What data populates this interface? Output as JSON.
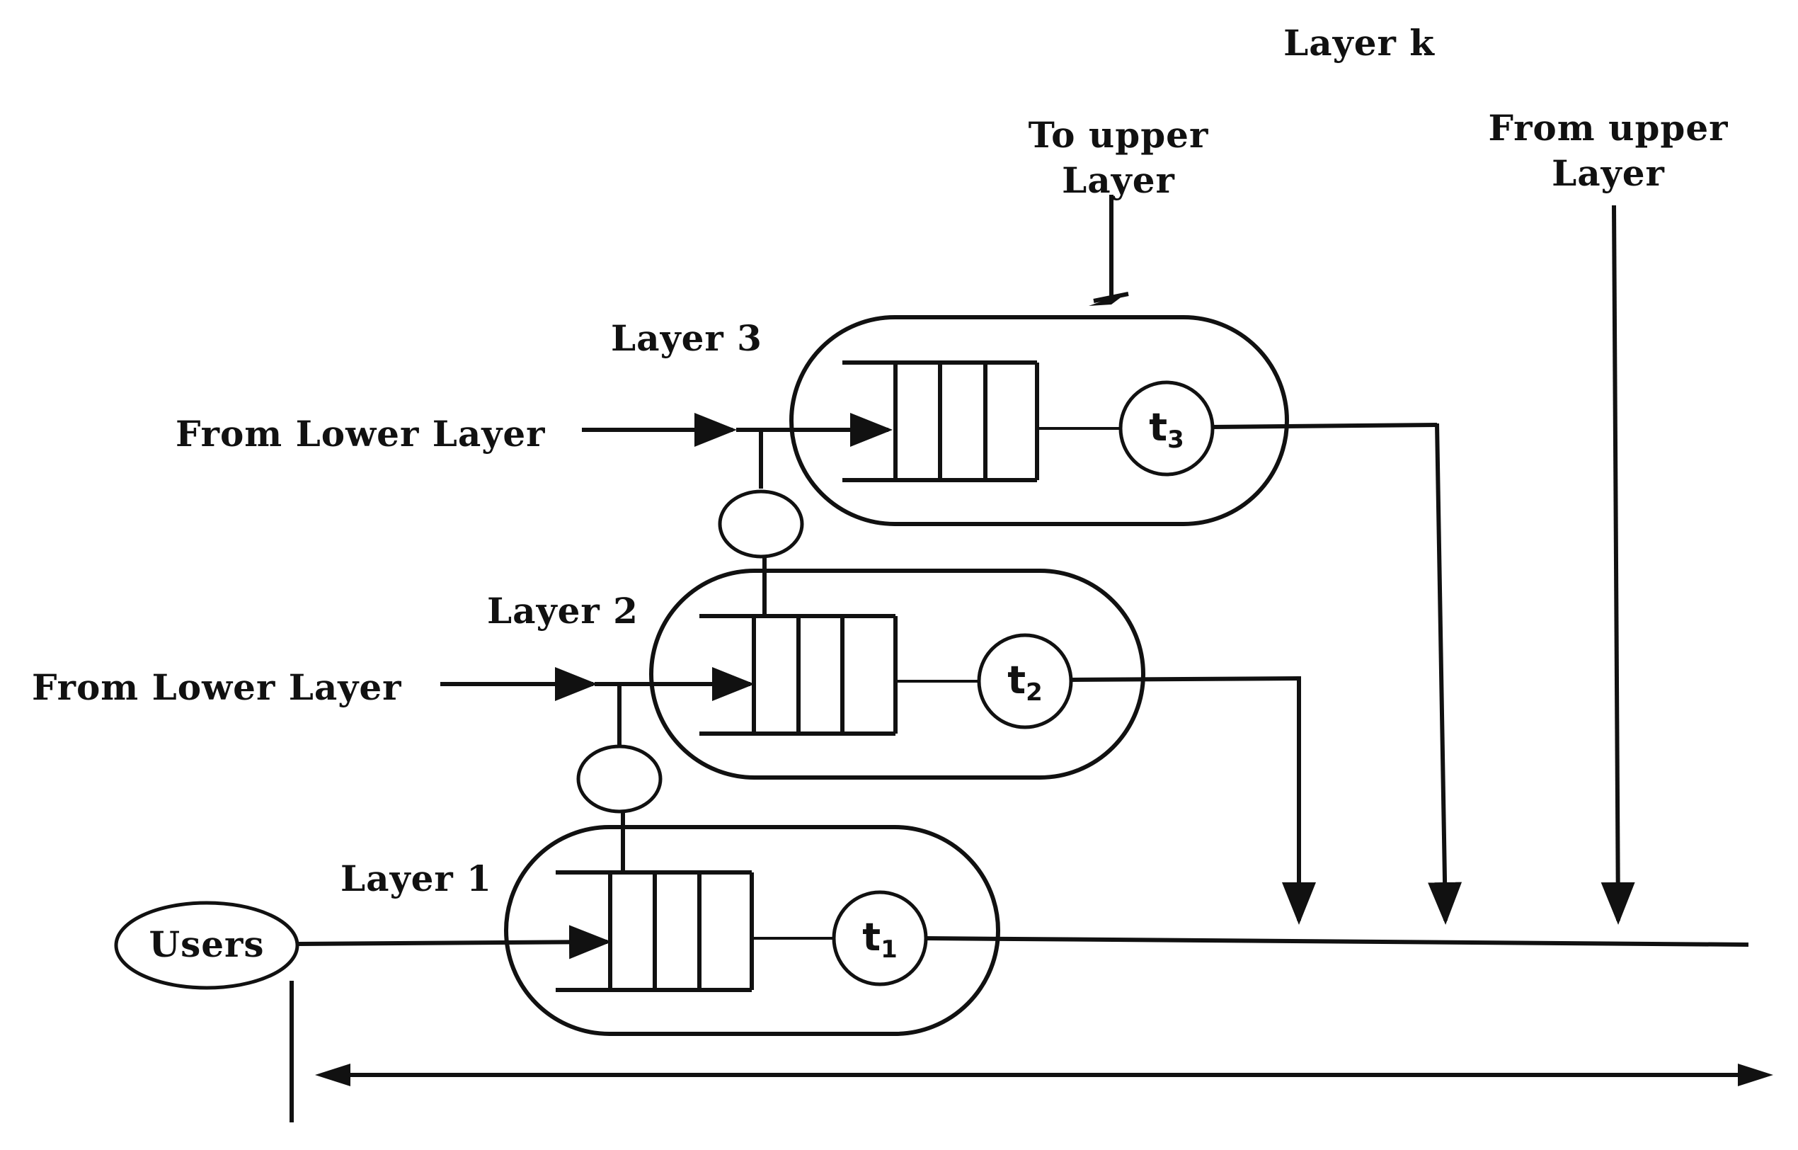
{
  "labels": {
    "layer_k": "Layer k",
    "to_upper_line1": "To upper",
    "to_upper_line2": "Layer",
    "from_upper_line1": "From upper",
    "from_upper_line2": "Layer",
    "layer3": "Layer 3",
    "layer2": "Layer 2",
    "layer1": "Layer 1",
    "from_lower_3": "From Lower Layer",
    "from_lower_2": "From Lower Layer",
    "users": "Users"
  },
  "servers": [
    {
      "name": "t",
      "sub": "3"
    },
    {
      "name": "t",
      "sub": "2"
    },
    {
      "name": "t",
      "sub": "1"
    }
  ]
}
